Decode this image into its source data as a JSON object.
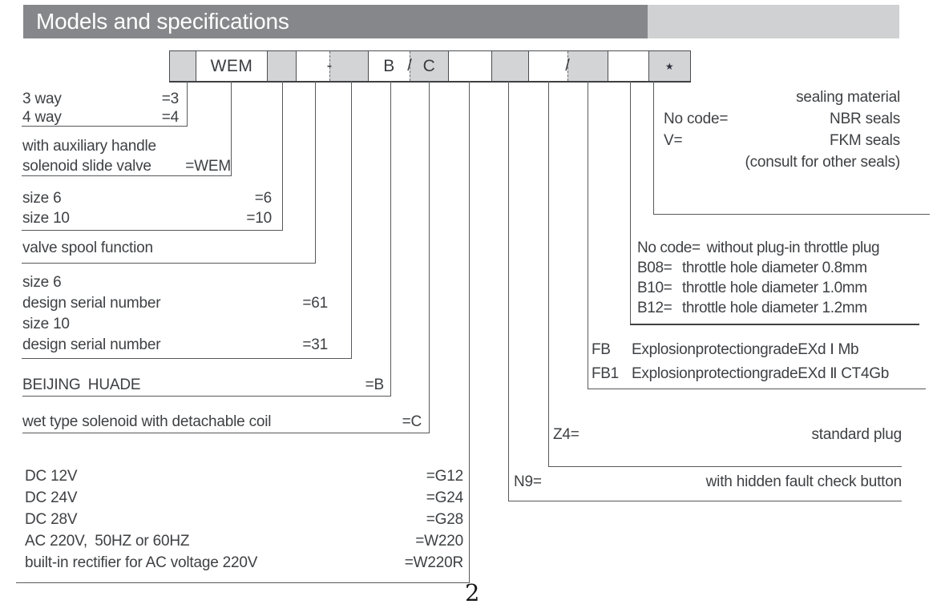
{
  "title": {
    "text": "Models and specifications"
  },
  "page_number": "2",
  "model_code": {
    "boxes": [
      {
        "text": "",
        "fill": "gray"
      },
      {
        "text": "WEM",
        "fill": "white"
      },
      {
        "text": "",
        "fill": "gray"
      },
      {
        "text": "",
        "fill": "white"
      },
      {
        "text": "",
        "fill": "gray"
      },
      {
        "text": "B",
        "fill": "white"
      },
      {
        "text": "C",
        "fill": "gray"
      },
      {
        "text": "",
        "fill": "white"
      },
      {
        "text": "",
        "fill": "gray"
      },
      {
        "text": "",
        "fill": "white"
      },
      {
        "text": "",
        "fill": "gray"
      },
      {
        "text": "",
        "fill": "white"
      },
      {
        "text": "★",
        "fill": "gray"
      }
    ],
    "dividers": [
      {
        "glyph": "-"
      },
      {
        "glyph": "/"
      },
      {
        "glyph": "/"
      }
    ]
  },
  "sections": {
    "way": {
      "rows": [
        {
          "label": "3 way",
          "code": "=3"
        },
        {
          "label": "4 way",
          "code": "=4"
        }
      ]
    },
    "handle": {
      "rows": [
        {
          "label": "with auxiliary handle",
          "code": ""
        },
        {
          "label": "solenoid slide valve",
          "code": "=WEM"
        }
      ]
    },
    "size": {
      "rows": [
        {
          "label": "size 6",
          "code": "=6"
        },
        {
          "label": "size 10",
          "code": "=10"
        }
      ]
    },
    "spool": {
      "rows": [
        {
          "label": "valve spool function",
          "code": ""
        }
      ]
    },
    "design": {
      "rows": [
        {
          "label": "size 6",
          "code": ""
        },
        {
          "label": "design serial number",
          "code": "=61"
        },
        {
          "label": "size 10",
          "code": ""
        },
        {
          "label": "design serial number",
          "code": "=31"
        }
      ]
    },
    "huade": {
      "rows": [
        {
          "label": "BEIJING HUADE",
          "code": "=B"
        }
      ]
    },
    "wet": {
      "rows": [
        {
          "label": "wet type solenoid with detachable coil",
          "code": "=C"
        }
      ]
    },
    "voltage": {
      "rows": [
        {
          "label": "DC 12V",
          "code": "=G12"
        },
        {
          "label": "DC 24V",
          "code": "=G24"
        },
        {
          "label": "DC 28V",
          "code": "=G28"
        },
        {
          "label": "AC 220V, 50HZ or 60HZ",
          "code": "=W220"
        },
        {
          "label": "built-in rectifier for AC voltage 220V",
          "code": "=W220R"
        }
      ]
    },
    "sealing": {
      "heading": "sealing material",
      "rows": [
        {
          "label": "No code=",
          "value": "NBR seals"
        },
        {
          "label": "V=",
          "value": "FKM seals"
        }
      ],
      "note": "(consult for other seals)"
    },
    "throttle": {
      "rows": [
        {
          "label": "No code=",
          "value": "without plug-in throttle plug"
        },
        {
          "label": "B08=",
          "value": "throttle hole diameter 0.8mm"
        },
        {
          "label": "B10=",
          "value": "throttle hole diameter 1.0mm"
        },
        {
          "label": "B12=",
          "value": "throttle hole diameter 1.2mm"
        }
      ]
    },
    "explosion": {
      "rows": [
        {
          "label": "FB",
          "value": "ExplosionprotectiongradeEXd Ⅰ Mb"
        },
        {
          "label": "FB1",
          "value": "ExplosionprotectiongradeEXd Ⅱ CT4Gb"
        }
      ]
    },
    "plug": {
      "rows": [
        {
          "label": "Z4=",
          "value": "standard plug"
        }
      ]
    },
    "fault": {
      "rows": [
        {
          "label": "N9=",
          "value": "with hidden fault check button"
        }
      ]
    }
  }
}
